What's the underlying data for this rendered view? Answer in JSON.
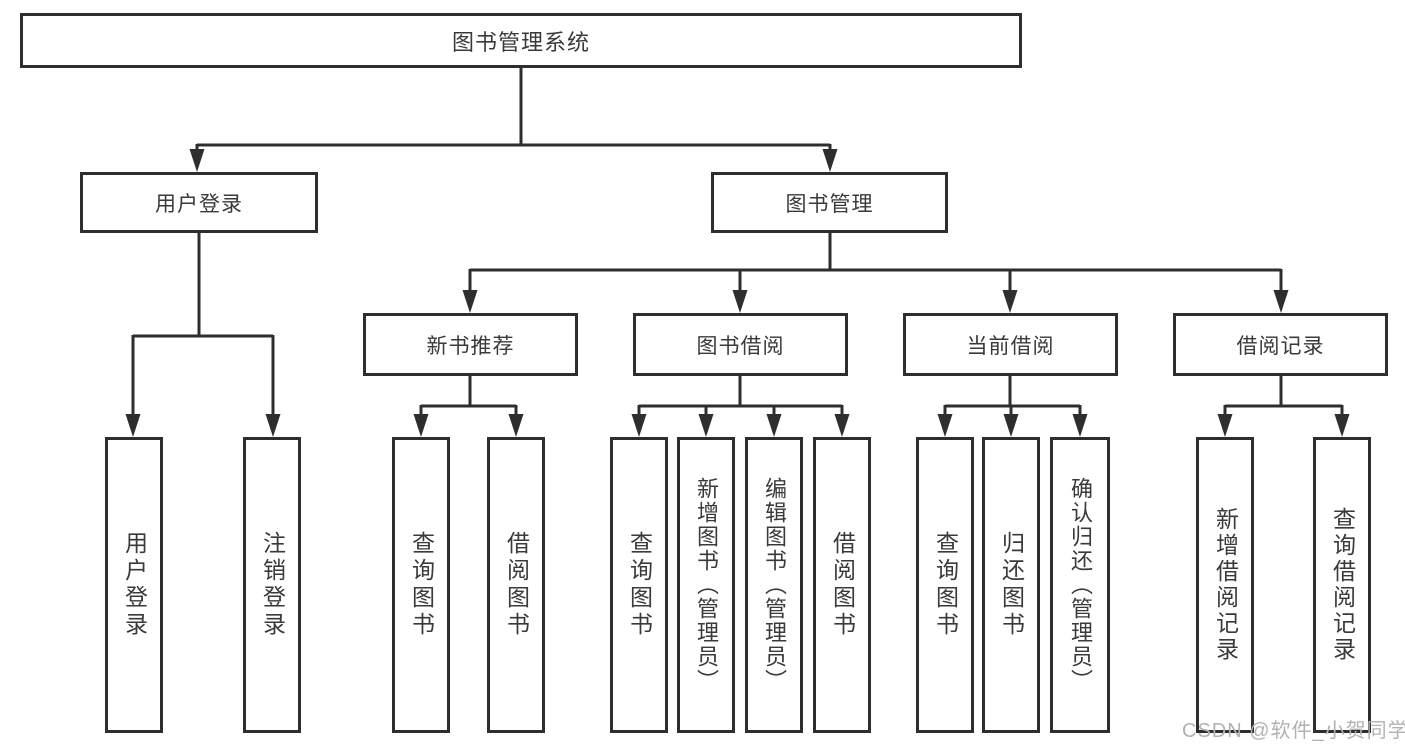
{
  "diagram": {
    "type": "hierarchy-tree",
    "nodes": {
      "root": {
        "label": "图书管理系统"
      },
      "user_login": {
        "label": "用户登录"
      },
      "book_mgmt": {
        "label": "图书管理"
      },
      "new_book_rec": {
        "label": "新书推荐"
      },
      "book_borrow": {
        "label": "图书借阅"
      },
      "current_borrow": {
        "label": "当前借阅"
      },
      "borrow_records": {
        "label": "借阅记录"
      },
      "leaf_user_login": {
        "label": "用户登录"
      },
      "leaf_logout": {
        "label": "注销登录"
      },
      "leaf_nb_query": {
        "label": "查询图书"
      },
      "leaf_nb_borrow": {
        "label": "借阅图书"
      },
      "leaf_bb_query": {
        "label": "查询图书"
      },
      "leaf_bb_add": {
        "label": "新增图书（管理员）"
      },
      "leaf_bb_edit": {
        "label": "编辑图书（管理员）"
      },
      "leaf_bb_borrow": {
        "label": "借阅图书"
      },
      "leaf_cb_query": {
        "label": "查询图书"
      },
      "leaf_cb_return": {
        "label": "归还图书"
      },
      "leaf_cb_confirm": {
        "label": "确认归还（管理员）"
      },
      "leaf_br_add": {
        "label": "新增借阅记录"
      },
      "leaf_br_query": {
        "label": "查询借阅记录"
      }
    },
    "edges": [
      {
        "from": "图书管理系统",
        "to": "用户登录"
      },
      {
        "from": "图书管理系统",
        "to": "图书管理"
      },
      {
        "from": "用户登录",
        "to": "用户登录"
      },
      {
        "from": "用户登录",
        "to": "注销登录"
      },
      {
        "from": "图书管理",
        "to": "新书推荐"
      },
      {
        "from": "图书管理",
        "to": "图书借阅"
      },
      {
        "from": "图书管理",
        "to": "当前借阅"
      },
      {
        "from": "图书管理",
        "to": "借阅记录"
      },
      {
        "from": "新书推荐",
        "to": "查询图书"
      },
      {
        "from": "新书推荐",
        "to": "借阅图书"
      },
      {
        "from": "图书借阅",
        "to": "查询图书"
      },
      {
        "from": "图书借阅",
        "to": "新增图书（管理员）"
      },
      {
        "from": "图书借阅",
        "to": "编辑图书（管理员）"
      },
      {
        "from": "图书借阅",
        "to": "借阅图书"
      },
      {
        "from": "当前借阅",
        "to": "查询图书"
      },
      {
        "from": "当前借阅",
        "to": "归还图书"
      },
      {
        "from": "当前借阅",
        "to": "确认归还（管理员）"
      },
      {
        "from": "借阅记录",
        "to": "新增借阅记录"
      },
      {
        "from": "借阅记录",
        "to": "查询借阅记录"
      }
    ],
    "colors": {
      "line": "#2e2e2e",
      "text": "#3a3a3a",
      "background": "#ffffff",
      "watermark": "#b2b2b2"
    }
  },
  "watermark": {
    "text": "CSDN @软件_小贺同学"
  }
}
